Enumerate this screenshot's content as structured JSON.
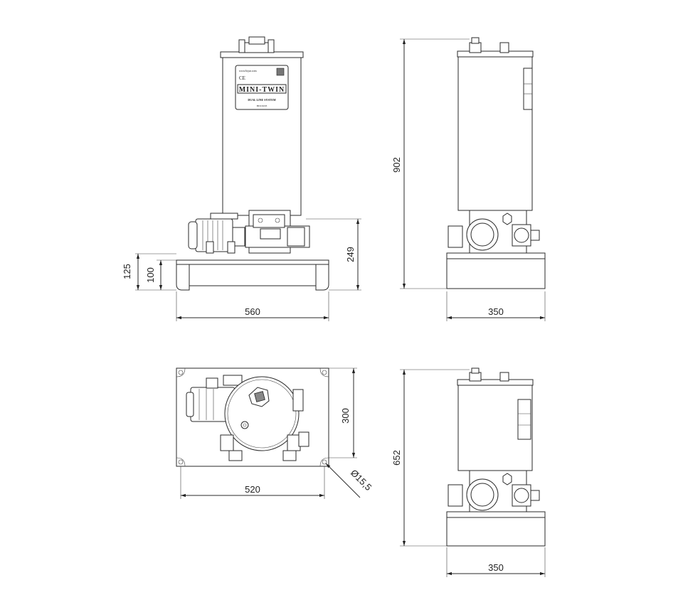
{
  "dimensions": {
    "front_base_height_outer": "125",
    "front_base_height_inner": "100",
    "front_motor_height": "249",
    "front_width": "560",
    "side_total_height": "902",
    "side_width": "350",
    "top_depth": "300",
    "top_width": "520",
    "hole_diameter": "Ø15,5",
    "short_total_height": "652",
    "short_width": "350"
  },
  "nameplate": {
    "brand_small": "www.bijur.com",
    "ce_mark": "CE",
    "title": "MINI-TWIN",
    "subtitle": "DUAL LINE SYSTEM",
    "model_small": "BDLM/03"
  },
  "colors": {
    "line": "#2a2a2a",
    "background": "#ffffff"
  }
}
